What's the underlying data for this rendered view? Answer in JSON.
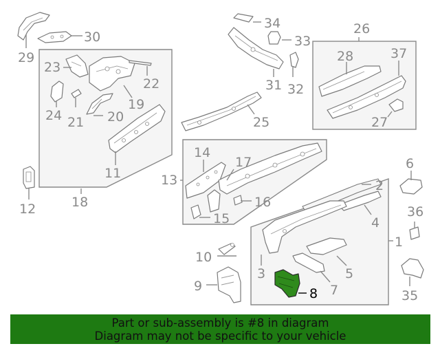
{
  "banner": {
    "line1": "Part or sub-assembly is #8 in diagram",
    "line2": "Diagram may not be specific to your vehicle"
  },
  "colors": {
    "highlight_part": "#2f8a1c",
    "banner_background": "#1e7a12",
    "callout_gray": "#8a8a8a"
  },
  "callouts": {
    "c1": "1",
    "c2": "2",
    "c3": "3",
    "c4": "4",
    "c5": "5",
    "c6": "6",
    "c7": "7",
    "c8": "8",
    "c9": "9",
    "c10": "10",
    "c11": "11",
    "c12": "12",
    "c13": "13",
    "c14": "14",
    "c15": "15",
    "c16": "16",
    "c17": "17",
    "c18": "18",
    "c19": "19",
    "c20": "20",
    "c21": "21",
    "c22": "22",
    "c23": "23",
    "c24": "24",
    "c25": "25",
    "c26": "26",
    "c27": "27",
    "c28": "28",
    "c29": "29",
    "c30": "30",
    "c31": "31",
    "c32": "32",
    "c33": "33",
    "c34": "34",
    "c35": "35",
    "c36": "36",
    "c37": "37"
  },
  "highlighted_callout": "8"
}
